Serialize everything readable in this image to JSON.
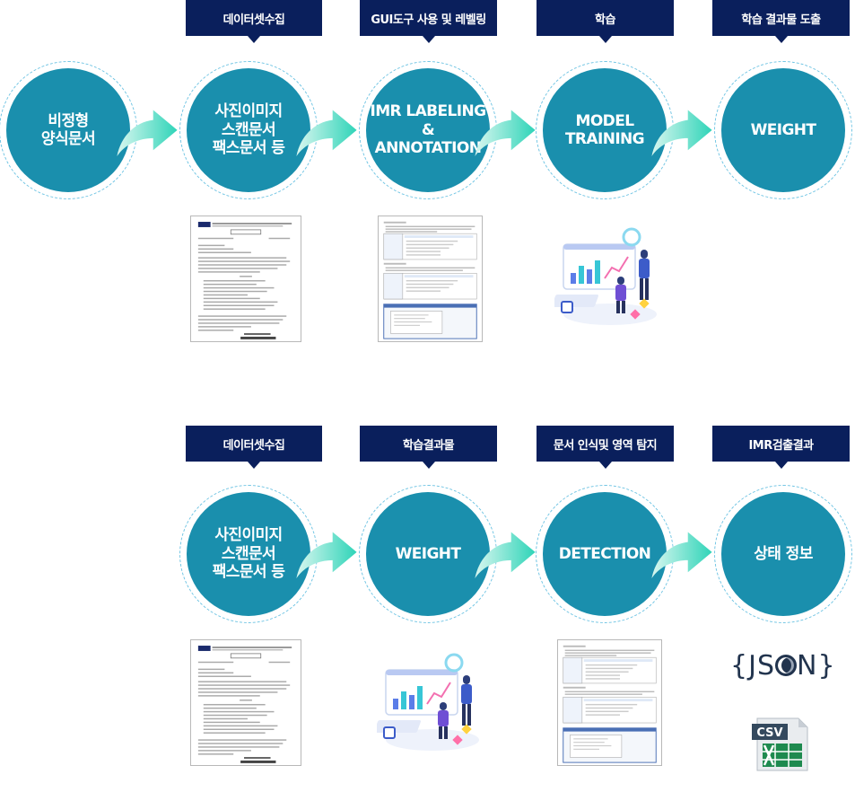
{
  "row1": {
    "banners": [
      "데이터셋수집",
      "GUI도구 사용 및 레벨링",
      "학습",
      "학습 결과물 도출"
    ],
    "circles": [
      "비정형\n양식문서",
      "사진이미지\n스캔문서\n팩스문서 등",
      "IMR LABELING\n&\nANNOTATION",
      "MODEL\nTRAINING",
      "WEIGHT"
    ]
  },
  "row2": {
    "banners": [
      "데이터셋수집",
      "학습결과물",
      "문서 인식및 영역 탐지",
      "IMR검출결과"
    ],
    "circles": [
      "사진이미지\n스캔문서\n팩스문서 등",
      "WEIGHT",
      "DETECTION",
      "상태 정보"
    ]
  },
  "icons": {
    "json": "JS",
    "json_end": "N",
    "csv": "CSV"
  },
  "colors": {
    "banner": "#0a1f5c",
    "circle": "#1a8fad",
    "arrow": "#2fd4b8"
  }
}
